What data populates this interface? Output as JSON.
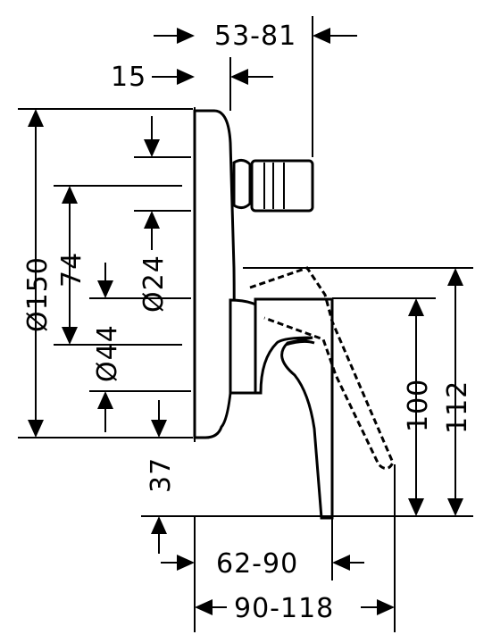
{
  "dimensions": {
    "top_width": "53-81",
    "plate_offset": "15",
    "plate_diameter": "Ø150",
    "center_spacing": "74",
    "spout_diameter": "Ø24",
    "valve_diameter": "Ø44",
    "handle_height": "100",
    "handle_height_max": "112",
    "bottom_offset": "37",
    "handle_depth": "62-90",
    "overall_depth": "90-118"
  }
}
